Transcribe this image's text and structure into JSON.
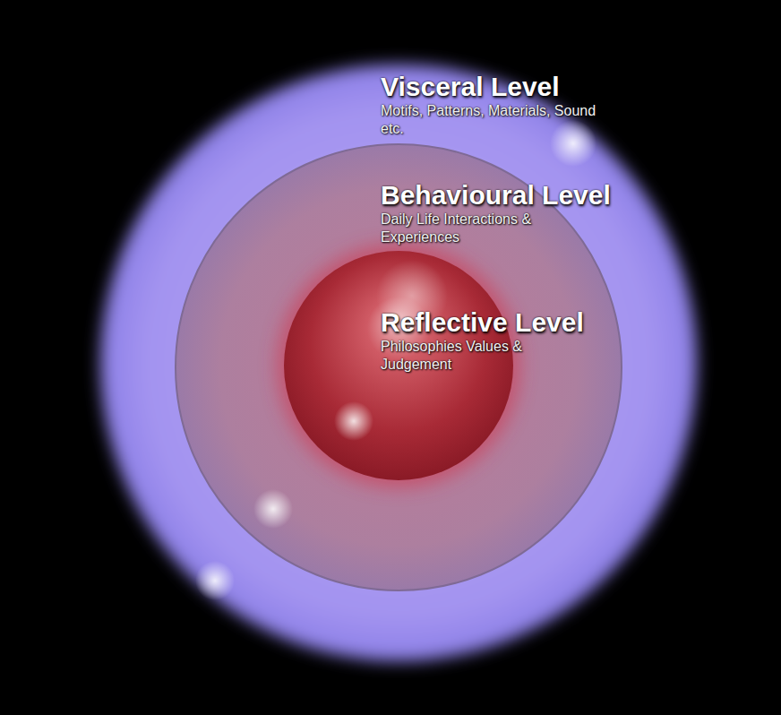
{
  "diagram": {
    "nodes": [
      {
        "text": [
          "Visceral Level",
          "Motifs, Patterns, Materials, Sound etc."
        ]
      },
      {
        "text": [
          "Behavioural Level",
          "Daily Life Interactions & Experiences"
        ],
        "in": 0
      },
      {
        "text": [
          "Reflective Level",
          "Philosophies Values & Judgement"
        ],
        "in": 1
      }
    ]
  }
}
